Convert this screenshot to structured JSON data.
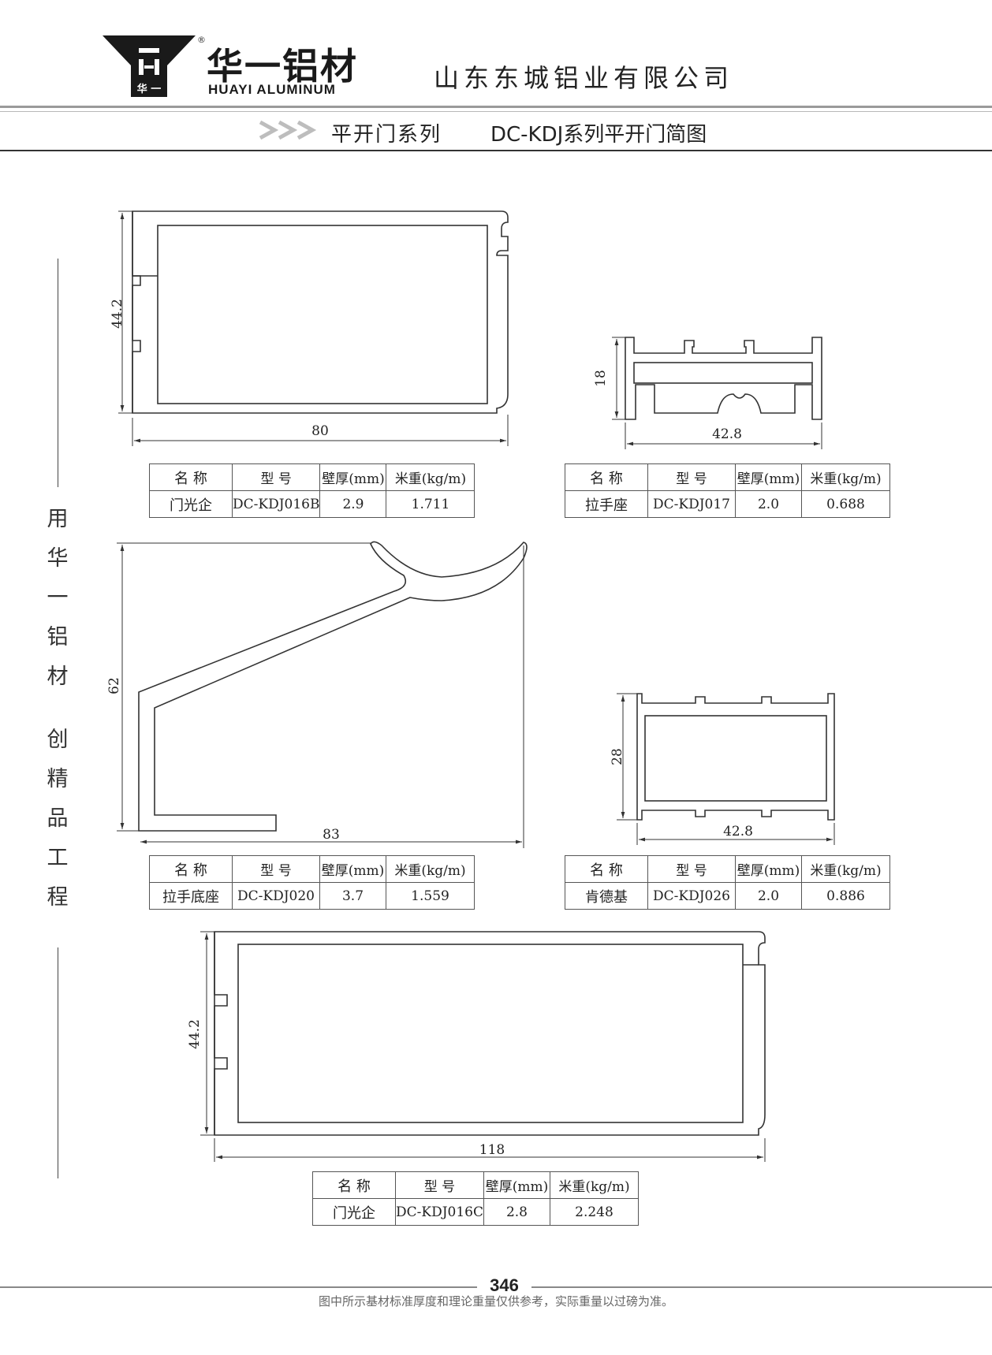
{
  "header": {
    "brand_cn": "华一铝材",
    "brand_en": "HUAYI ALUMINUM",
    "logo_mark_text": "华 一",
    "registered": "®",
    "company": "山东东城铝业有限公司",
    "series": "平开门系列",
    "diagram_title": "DC-KDJ系列平开门简图"
  },
  "slogan": {
    "top_chars": [
      "用",
      "华",
      "一",
      "铝",
      "材"
    ],
    "bottom_chars": [
      "创",
      "精",
      "品",
      "工",
      "程"
    ]
  },
  "table_headers": {
    "name": "名 称",
    "model": "型 号",
    "wall": "壁厚(mm)",
    "weight": "米重(kg/m)"
  },
  "profiles": [
    {
      "name": "门光企",
      "model": "DC-KDJ016B",
      "wall": "2.9",
      "weight": "1.711",
      "dim_h": "44.2",
      "dim_w": "80"
    },
    {
      "name": "拉手座",
      "model": "DC-KDJ017",
      "wall": "2.0",
      "weight": "0.688",
      "dim_h": "18",
      "dim_w": "42.8"
    },
    {
      "name": "拉手底座",
      "model": "DC-KDJ020",
      "wall": "3.7",
      "weight": "1.559",
      "dim_h": "62",
      "dim_w": "83"
    },
    {
      "name": "肯德基",
      "model": "DC-KDJ026",
      "wall": "2.0",
      "weight": "0.886",
      "dim_h": "28",
      "dim_w": "42.8"
    },
    {
      "name": "门光企",
      "model": "DC-KDJ016C",
      "wall": "2.8",
      "weight": "2.248",
      "dim_h": "44.2",
      "dim_w": "118"
    }
  ],
  "footer": {
    "page_number": "346",
    "note": "图中所示基材标准厚度和理论重量仅供参考，实际重量以过磅为准。"
  },
  "colors": {
    "profile_stroke": "#333333",
    "profile_fill": "#ffffff",
    "rule_gray": "#9a9a9a",
    "arrow_gray": "#bdbdbd"
  }
}
